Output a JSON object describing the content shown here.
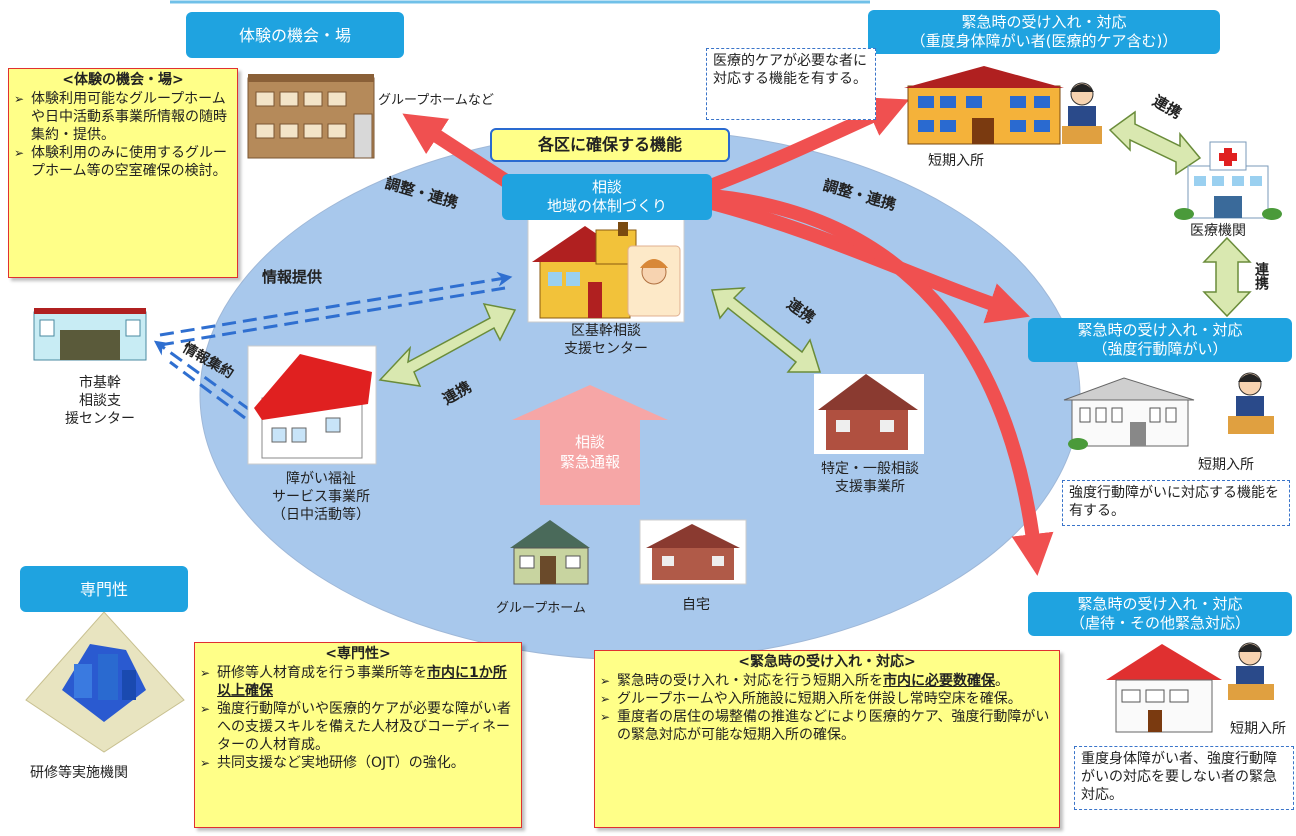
{
  "top_left_header": "体験の機会・場",
  "experience_note": {
    "title": "<体験の機会・場>",
    "items": [
      "体験利用可能なグループホームや日中活動系事業所情報の随時集約・提供。",
      "体験利用のみに使用するグループホーム等の空室確保の検討。"
    ]
  },
  "group_home_top_label": "グループホームなど",
  "ward_functions_title": "各区に確保する機能",
  "center_box": {
    "line1": "相談",
    "line2": "地域の体制づくり"
  },
  "center_name": {
    "line1": "区基幹相談",
    "line2": "支援センター"
  },
  "coordination_left": "調整・連携",
  "coordination_right": "調整・連携",
  "info_provision": "情報提供",
  "info_collection": "情報集約",
  "renkei": "連携",
  "city_center": {
    "line1": "市基幹",
    "line2": "相談支",
    "line3": "援センター"
  },
  "welfare_office": {
    "line1": "障がい福祉",
    "line2": "サービス事業所",
    "line3": "（日中活動等）"
  },
  "consult_arrow": {
    "line1": "相談",
    "line2": "緊急通報"
  },
  "specific_consult": {
    "line1": "特定・一般相談",
    "line2": "支援事業所"
  },
  "group_home_bottom": "グループホーム",
  "home": "自宅",
  "emergency_severe": {
    "line1": "緊急時の受け入れ・対応",
    "line2": "（重度身体障がい者(医療的ケア含む)）"
  },
  "medical_care_note": "医療的ケアが必要な者に対応する機能を有する。",
  "short_stay": "短期入所",
  "medical_institution": "医療機関",
  "emergency_behavior": {
    "line1": "緊急時の受け入れ・対応",
    "line2": "（強度行動障がい）"
  },
  "behavior_note": "強度行動障がいに対応する機能を有する。",
  "emergency_abuse": {
    "line1": "緊急時の受け入れ・対応",
    "line2": "（虐待・その他緊急対応）"
  },
  "abuse_note": "重度身体障がい者、強度行動障がいの対応を要しない者の緊急対応。",
  "expertise_header": "専門性",
  "training_institution": "研修等実施機関",
  "expertise_note": {
    "title": "<専門性>",
    "item1_a": "研修等人材育成を行う事業所等を",
    "item1_b": "市内に1か所以上確保",
    "item2": "強度行動障がいや医療的ケアが必要な障がい者への支援スキルを備えた人材及びコーディネーターの人材育成。",
    "item3": "共同支援など実地研修（OJT）の強化。"
  },
  "emergency_note": {
    "title": "<緊急時の受け入れ・対応>",
    "item1_a": "緊急時の受け入れ・対応を行う短期入所を",
    "item1_b": "市内に必要数確保",
    "item1_c": "。",
    "item2": "グループホームや入所施設に短期入所を併設し常時空床を確保。",
    "item3": "重度者の居住の場整備の推進などにより医療的ケア、強度行動障がいの緊急対応が可能な短期入所の確保。"
  },
  "colors": {
    "blue_box": "#1fa3e0",
    "ellipse": "#a8c8ec",
    "note_bg": "#ffff88",
    "red_arrow": "#f05050",
    "green_arrow": "#d9e8b0"
  }
}
